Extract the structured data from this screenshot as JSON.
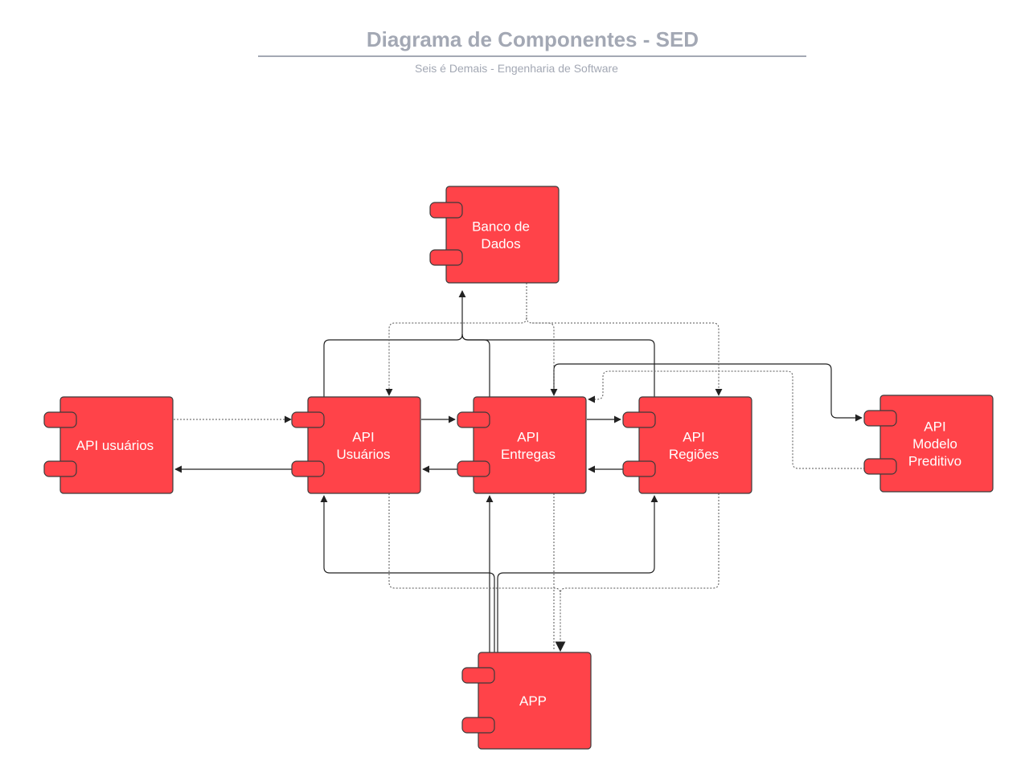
{
  "header": {
    "title": "Diagrama de Componentes - SED",
    "subtitle": "Seis é Demais - Engenharia de Software"
  },
  "colors": {
    "component_fill": "#ff4349",
    "component_stroke": "#3a3a3a",
    "title_text": "#a3a8b4",
    "connector": "#222222"
  },
  "components": [
    {
      "id": "banco-de-dados",
      "lines": [
        "Banco de",
        "Dados"
      ]
    },
    {
      "id": "api-usuarios-ext",
      "lines": [
        "API usuários"
      ]
    },
    {
      "id": "api-usuarios",
      "lines": [
        "API",
        "Usuários"
      ]
    },
    {
      "id": "api-entregas",
      "lines": [
        "API",
        "Entregas"
      ]
    },
    {
      "id": "api-regioes",
      "lines": [
        "API",
        "Regiões"
      ]
    },
    {
      "id": "api-modelo-preditivo",
      "lines": [
        "API",
        "Modelo",
        "Preditivo"
      ]
    },
    {
      "id": "app",
      "lines": [
        "APP"
      ]
    }
  ]
}
